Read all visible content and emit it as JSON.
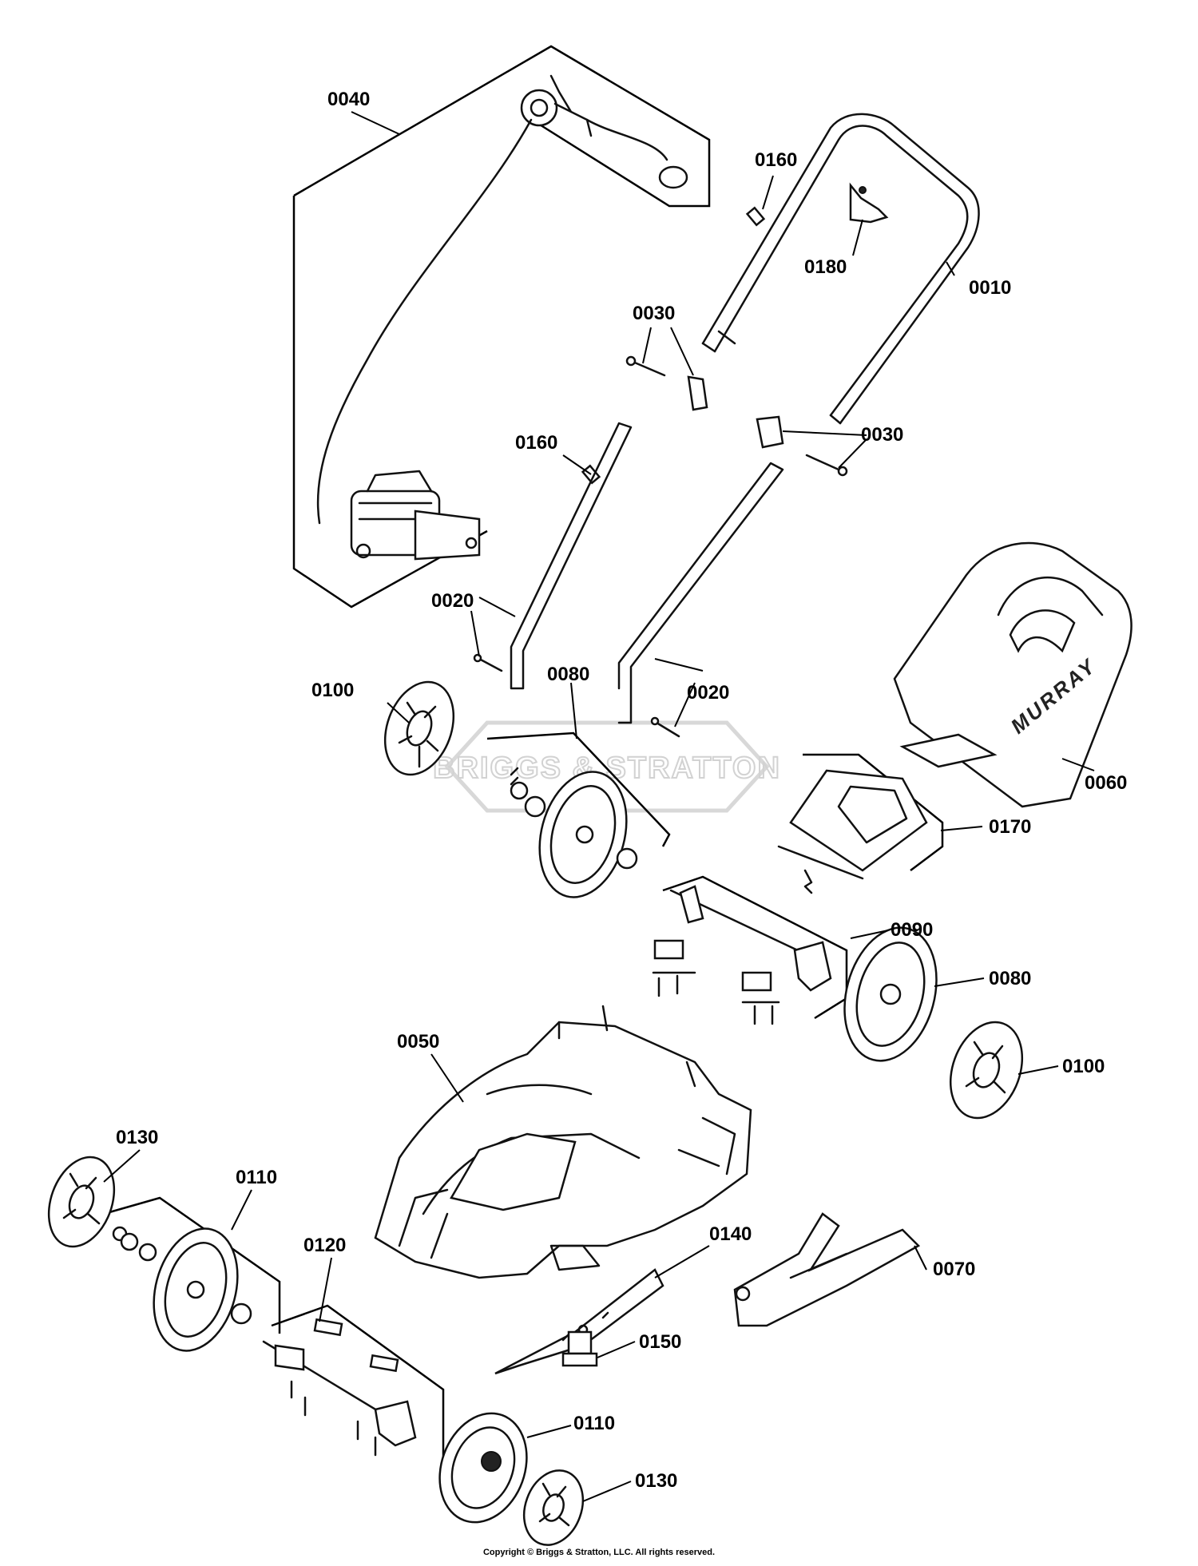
{
  "callouts": {
    "c0040": "0040",
    "c0160a": "0160",
    "c0180": "0180",
    "c0010": "0010",
    "c0030a": "0030",
    "c0030b": "0030",
    "c0160b": "0160",
    "c0020a": "0020",
    "c0020b": "0020",
    "c0100a": "0100",
    "c0080a": "0080",
    "c0060": "0060",
    "c0170": "0170",
    "c0090": "0090",
    "c0080b": "0080",
    "c0100b": "0100",
    "c0050": "0050",
    "c0130a": "0130",
    "c0110a": "0110",
    "c0120": "0120",
    "c0140": "0140",
    "c0070": "0070",
    "c0150": "0150",
    "c0110b": "0110",
    "c0130b": "0130"
  },
  "watermark": "BRIGGS & STRATTON",
  "brand_mark": "MURRAY",
  "copyright": "Copyright © Briggs & Stratton, LLC. All rights reserved."
}
